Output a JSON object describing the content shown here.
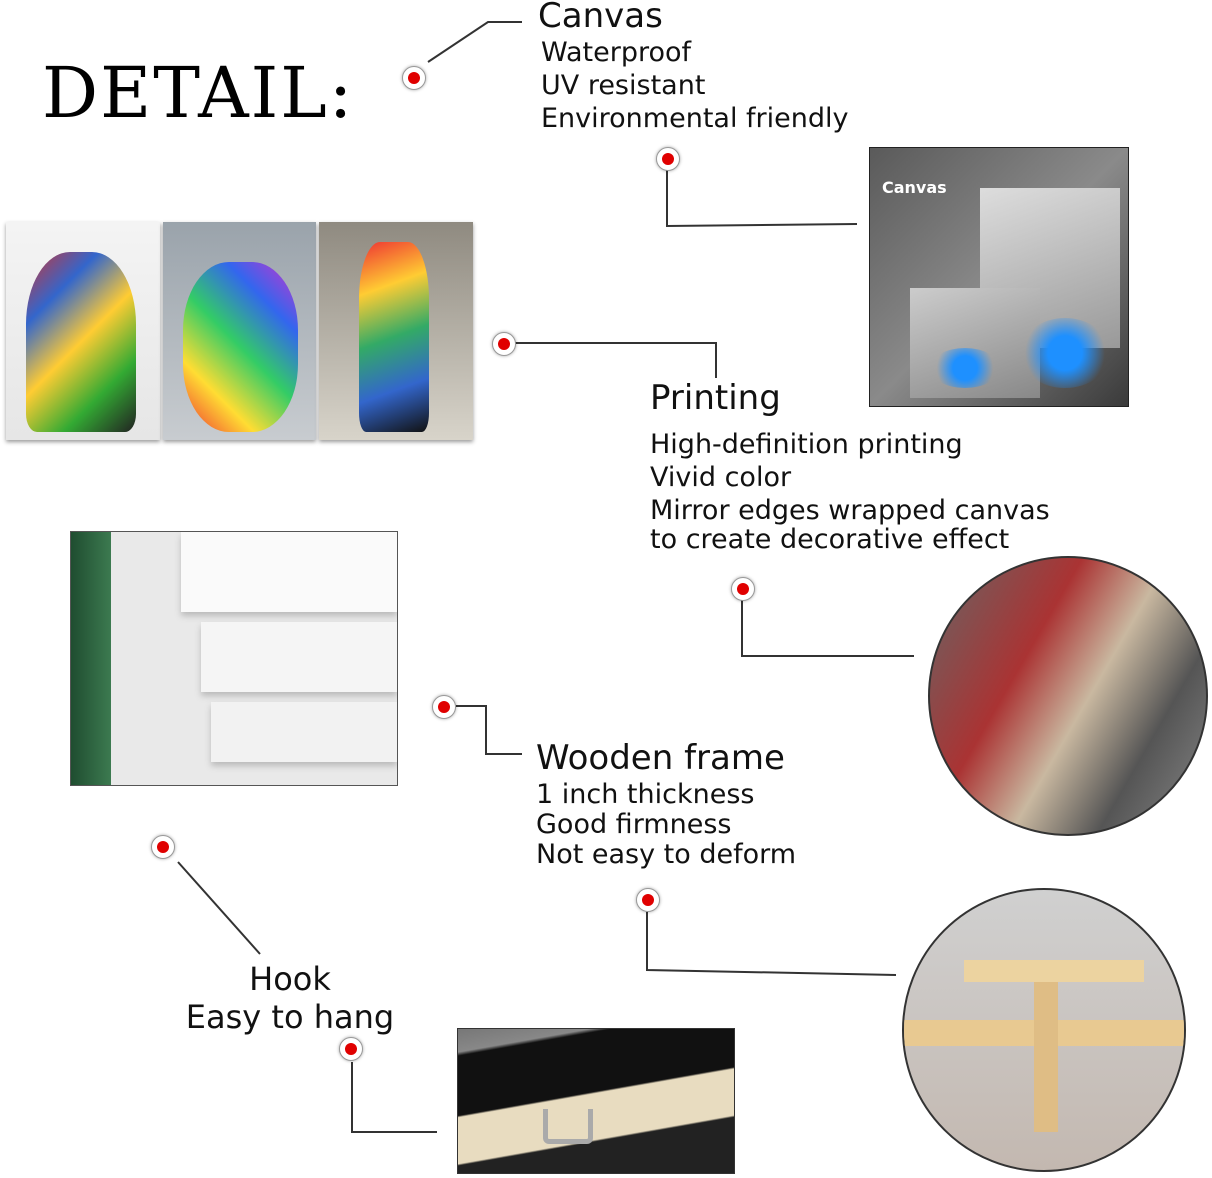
{
  "title": "DETAIL:",
  "canvas": {
    "heading": "Canvas",
    "lines": [
      "Waterproof",
      "UV resistant",
      "Environmental friendly"
    ],
    "image_label": "Canvas"
  },
  "printing": {
    "heading": "Printing",
    "lines": [
      "High-definition printing",
      "Vivid color",
      "Mirror edges wrapped canvas",
      "to create decorative effect"
    ]
  },
  "frame": {
    "heading": "Wooden frame",
    "lines": [
      "1 inch thickness",
      "Good firmness",
      "Not easy to deform"
    ]
  },
  "hook": {
    "heading": "Hook",
    "lines": [
      "Easy to hang"
    ]
  },
  "colors": {
    "dot": "#e00000",
    "line": "#333333"
  }
}
